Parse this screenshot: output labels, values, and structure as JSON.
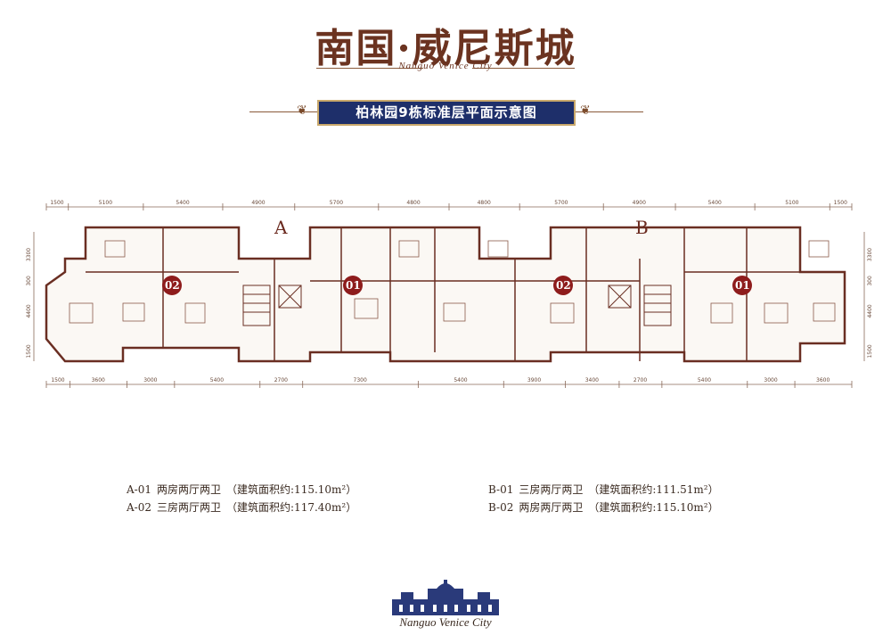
{
  "brand": {
    "title": "南国·威尼斯城",
    "subtitle": "Nanguo Venice City"
  },
  "banner": {
    "title": "柏林园9栋标准层平面示意图"
  },
  "plan": {
    "unit_labels": [
      "A",
      "B"
    ],
    "badges": [
      "02",
      "01",
      "02",
      "01"
    ],
    "top_dims": [
      "1500",
      "5100",
      "5400",
      "4900",
      "5700",
      "4800",
      "4800",
      "5700",
      "4900",
      "5400",
      "5100",
      "1500"
    ],
    "bottom_dims": [
      "1500",
      "3600",
      "3000",
      "5400",
      "2700",
      "7300",
      "5400",
      "3900",
      "3400",
      "2700",
      "5400",
      "3000",
      "3600"
    ],
    "side_dims": [
      "3300",
      "300",
      "4400",
      "1500"
    ]
  },
  "legend": {
    "left": [
      {
        "code": "A-01",
        "type": "两房两厅两卫",
        "area": "（建筑面积约:115.10m²）"
      },
      {
        "code": "A-02",
        "type": "三房两厅两卫",
        "area": "（建筑面积约:117.40m²）"
      }
    ],
    "right": [
      {
        "code": "B-01",
        "type": "三房两厅两卫",
        "area": "（建筑面积约:111.51m²）"
      },
      {
        "code": "B-02",
        "type": "两房两厅两卫",
        "area": "（建筑面积约:115.10m²）"
      }
    ]
  },
  "footer": {
    "subtitle": "Nanguo Venice City"
  },
  "colors": {
    "brand_brown": "#6b3320",
    "banner_navy": "#1e2f6a",
    "badge_red": "#8e1c1c",
    "wall": "#6a2e22"
  }
}
